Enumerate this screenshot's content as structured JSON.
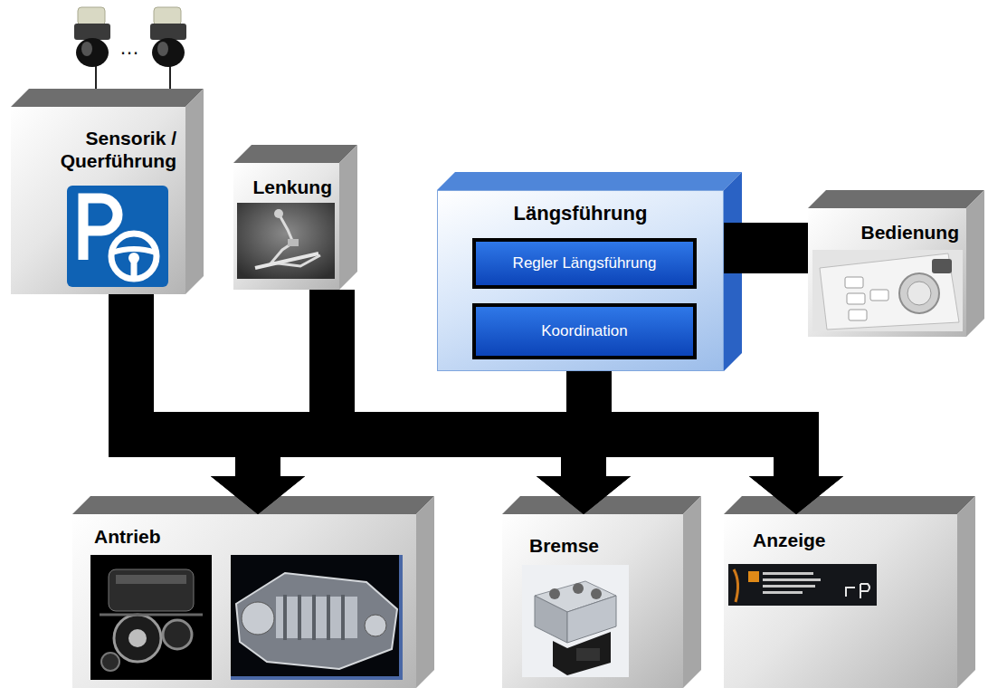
{
  "diagram": {
    "nodes": [
      {
        "text": [
          "Sensorik / Querführung"
        ]
      },
      {
        "text": [
          "Lenkung"
        ]
      },
      {
        "text": [
          "Längsführung"
        ]
      },
      {
        "text": [
          "Regler Längsführung"
        ],
        "in": 2
      },
      {
        "text": [
          "Koordination"
        ],
        "in": 2
      },
      {
        "text": [
          "Bedienung"
        ]
      },
      {
        "text": [
          "Antrieb"
        ]
      },
      {
        "text": [
          "Bremse"
        ]
      },
      {
        "text": [
          "Anzeige"
        ]
      }
    ],
    "edges": [
      {
        "from": 0,
        "to": 6,
        "arrow": "to"
      },
      {
        "from": 0,
        "to": 7,
        "arrow": "to"
      },
      {
        "from": 0,
        "to": 8,
        "arrow": "to"
      },
      {
        "from": 1,
        "to": 6,
        "arrow": "to"
      },
      {
        "from": 1,
        "to": 7,
        "arrow": "to"
      },
      {
        "from": 1,
        "to": 8,
        "arrow": "to"
      },
      {
        "from": 2,
        "to": 6,
        "arrow": "to"
      },
      {
        "from": 2,
        "to": 7,
        "arrow": "to"
      },
      {
        "from": 2,
        "to": 8,
        "arrow": "to"
      },
      {
        "from": 2,
        "to": 5,
        "arrow": "none"
      }
    ],
    "labels": [
      "…"
    ]
  }
}
